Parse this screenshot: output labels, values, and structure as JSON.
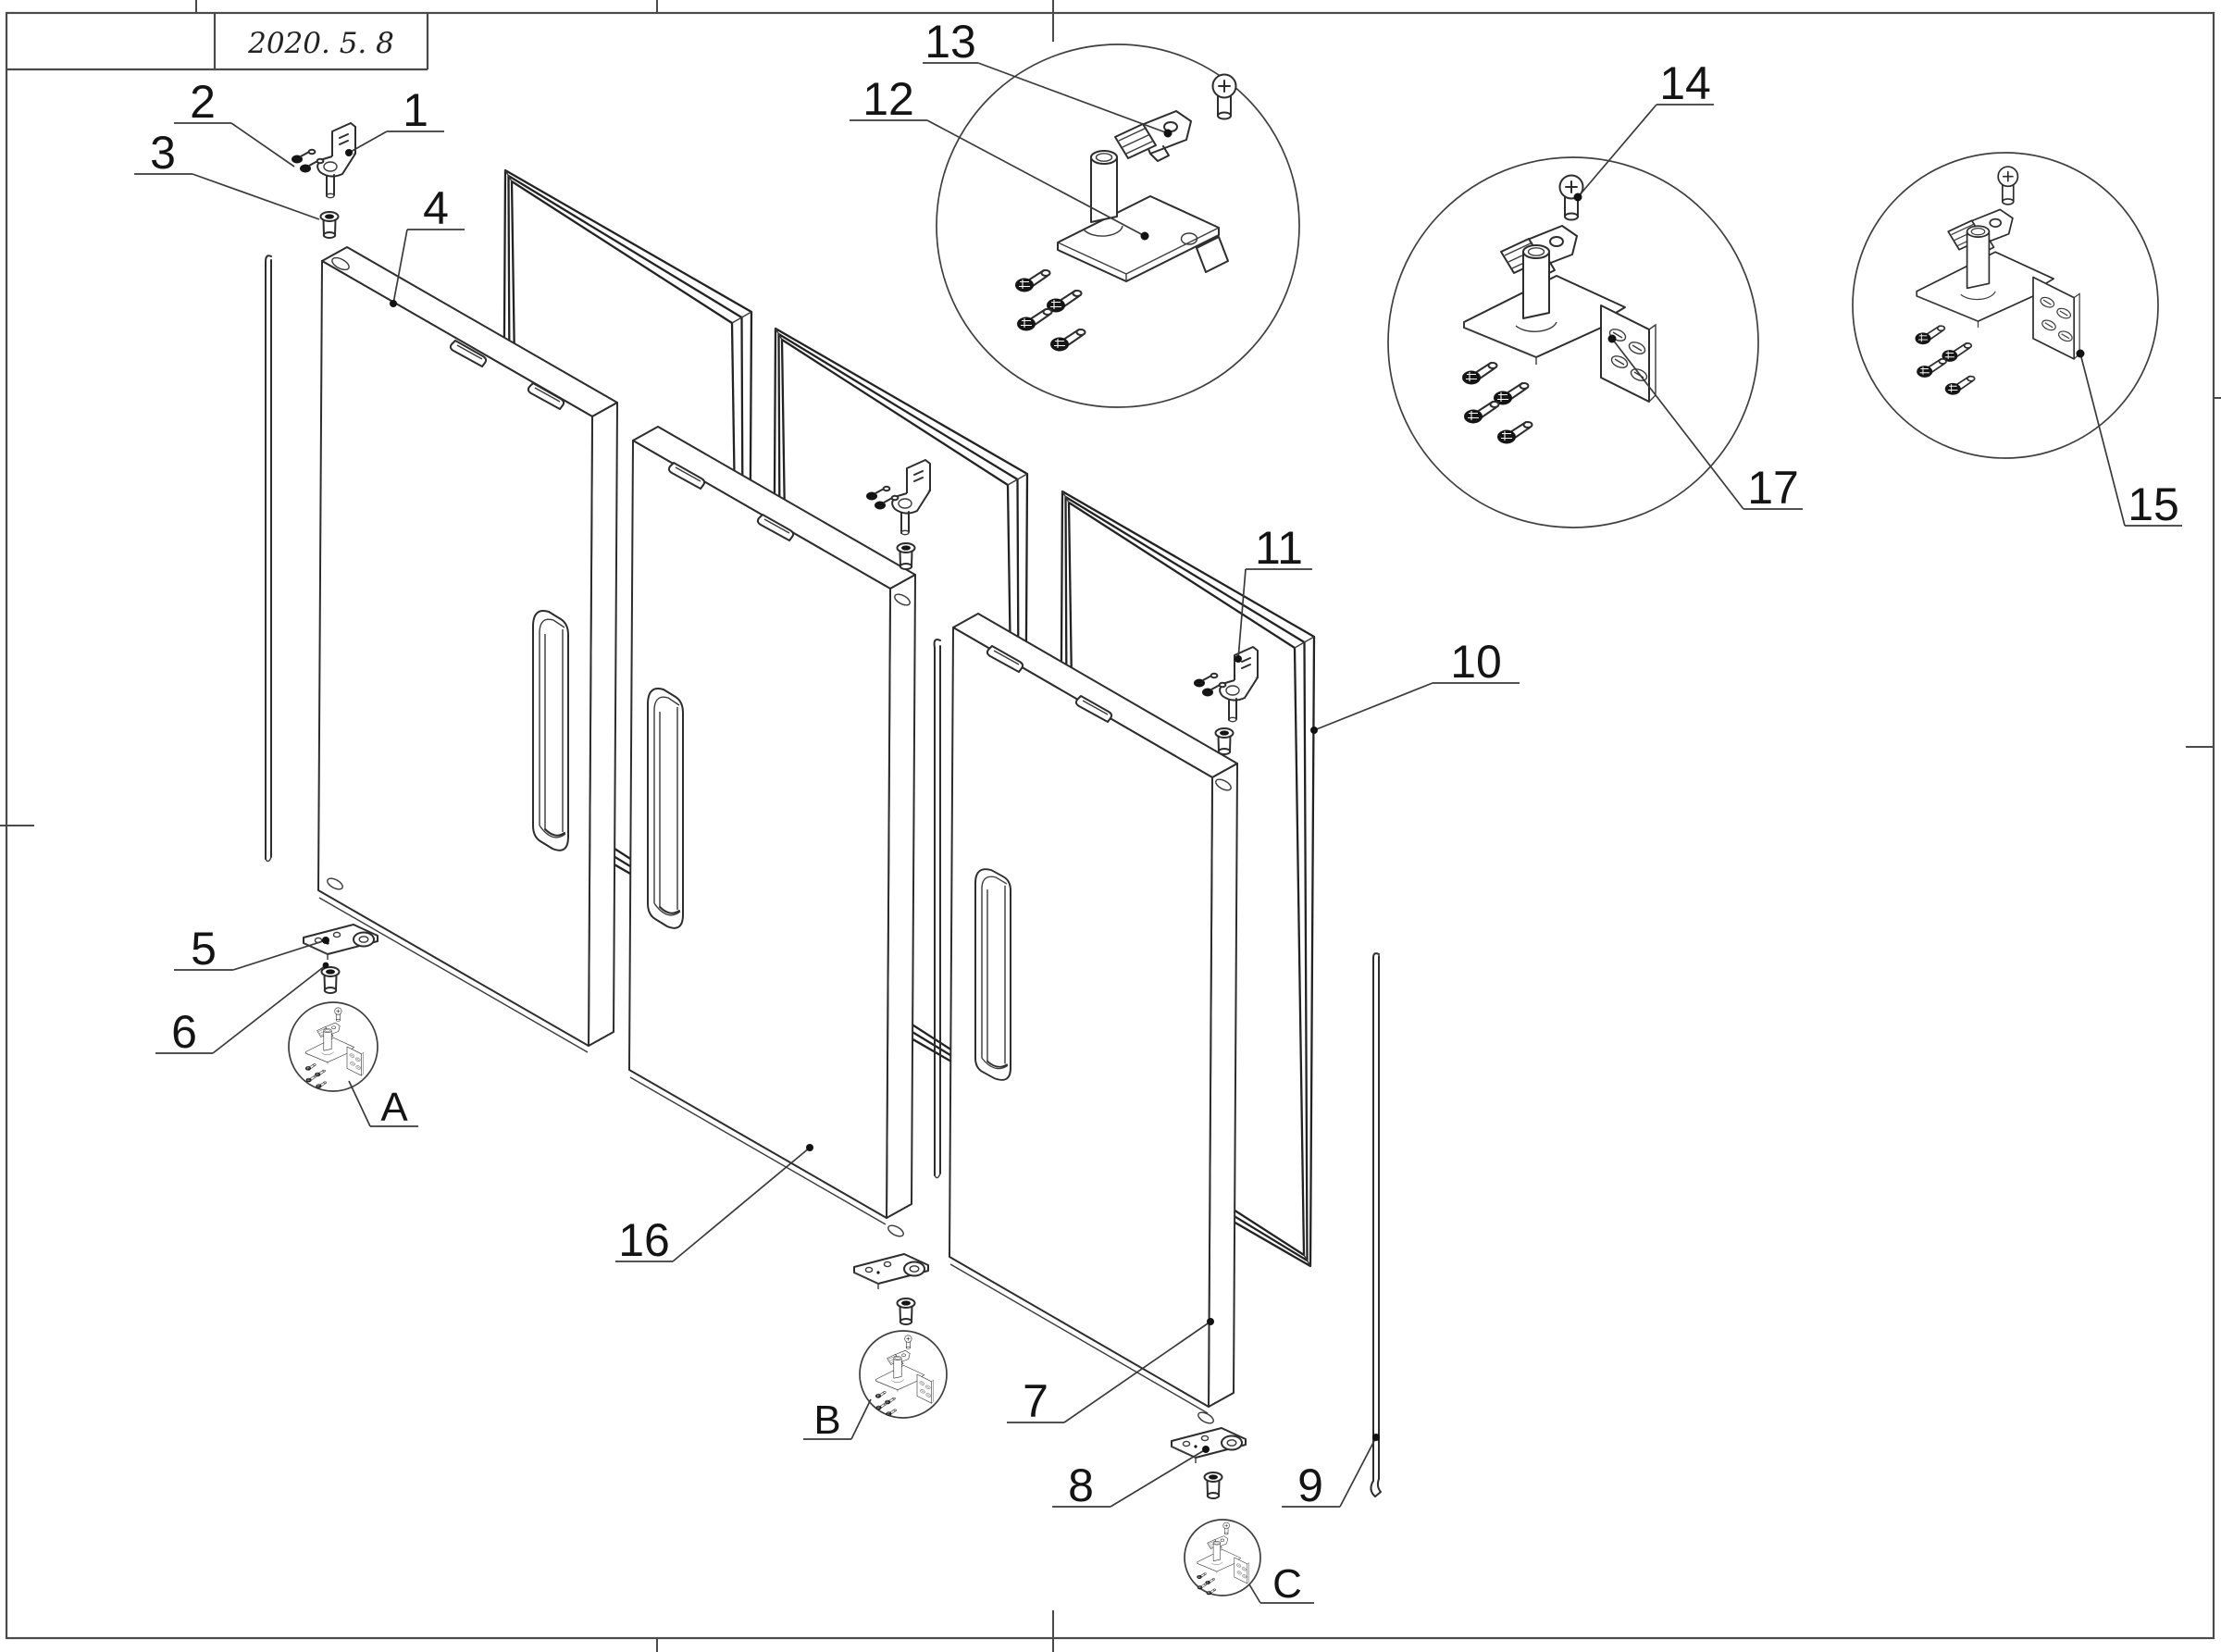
{
  "title_block": {
    "date": "2020. 5. 8"
  },
  "callouts": {
    "n1": "1",
    "n2": "2",
    "n3": "3",
    "n4": "4",
    "n5": "5",
    "n6": "6",
    "n7": "7",
    "n8": "8",
    "n9": "9",
    "n10": "10",
    "n11": "11",
    "n12": "12",
    "n13": "13",
    "n14": "14",
    "n15": "15",
    "n16": "16",
    "n17": "17",
    "detail_a": "A",
    "detail_b": "B",
    "detail_c": "C"
  }
}
